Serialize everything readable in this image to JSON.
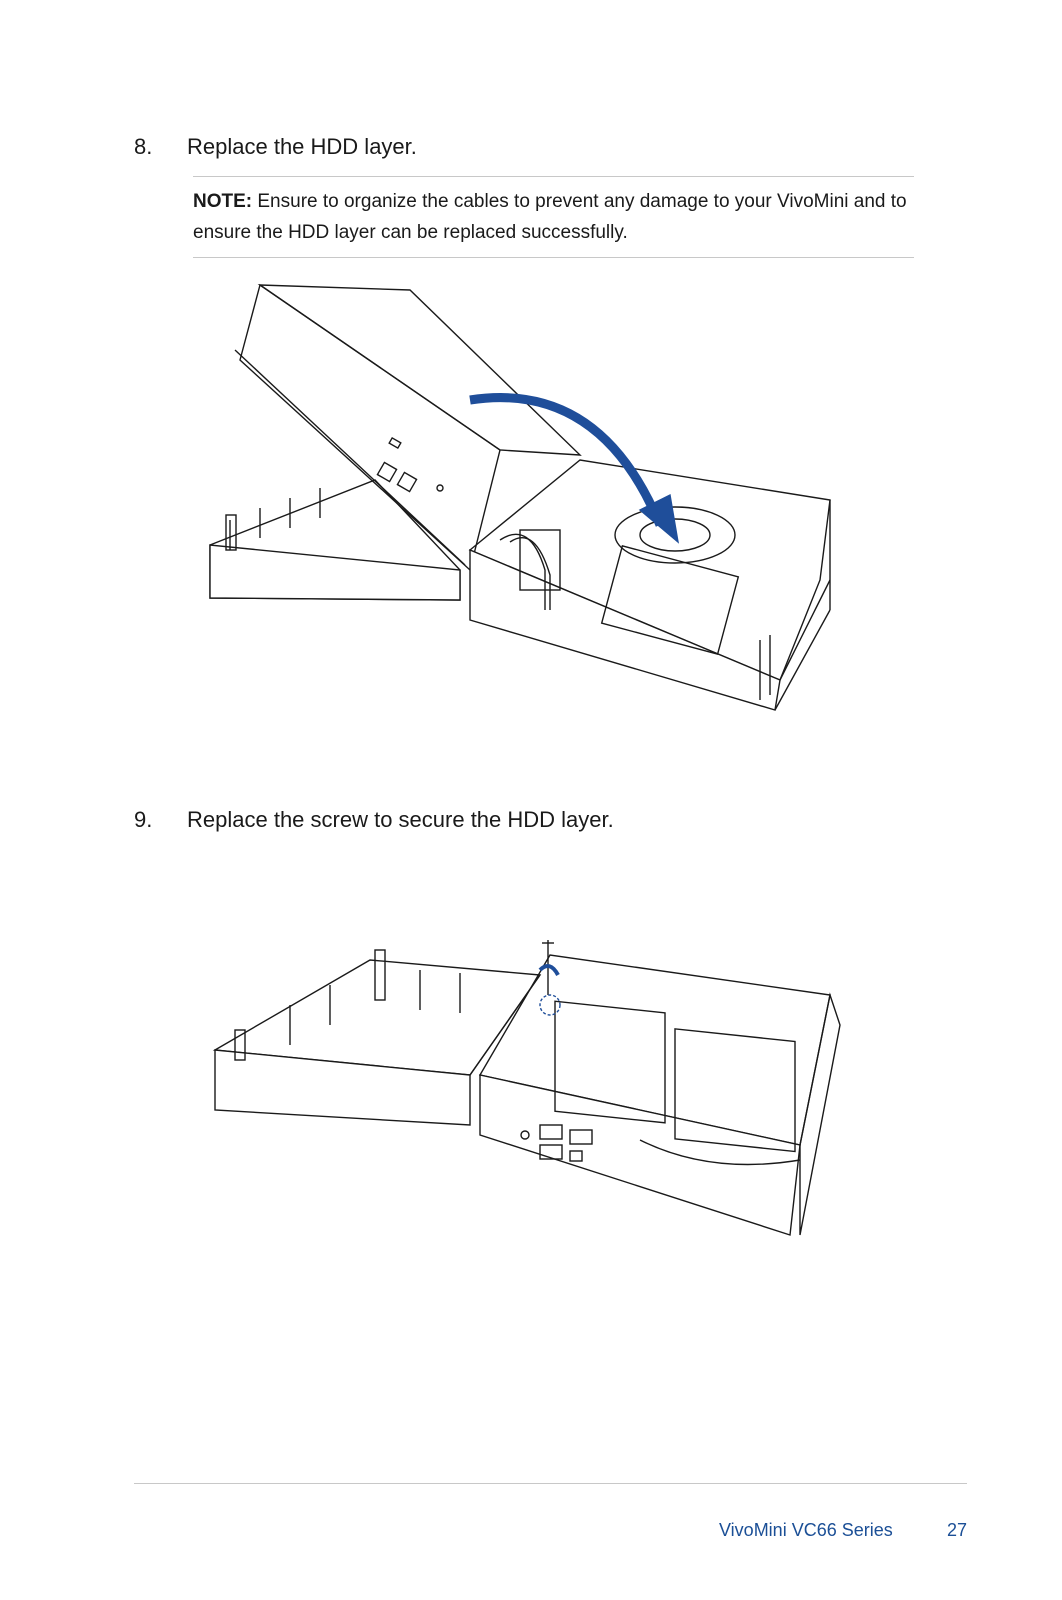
{
  "steps": [
    {
      "number": "8.",
      "text": "Replace the HDD layer."
    },
    {
      "number": "9.",
      "text": "Replace the screw to secure the HDD layer."
    }
  ],
  "note": {
    "label": "NOTE:",
    "text": " Ensure to organize the cables to prevent any damage to your VivoMini and to ensure the HDD layer can be replaced successfully."
  },
  "footer": {
    "series": "VivoMini VC66 Series",
    "page": "27"
  },
  "colors": {
    "accent": "#1b4f96",
    "arrow": "#1f4e9a",
    "line": "#1a1a1a"
  }
}
